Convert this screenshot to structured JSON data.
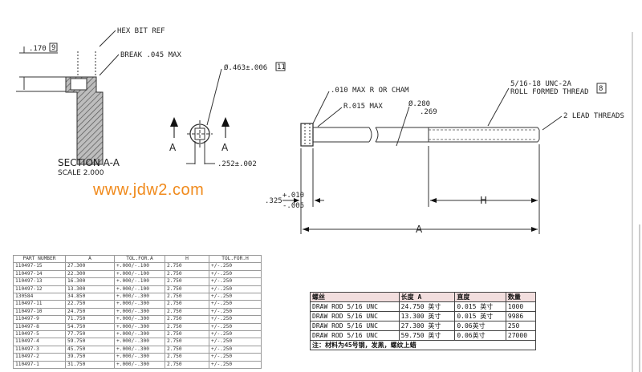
{
  "watermark": "www.jdw2.com",
  "section": {
    "title": "SECTION  A-A",
    "scale": "SCALE  2.000",
    "hex_bit_ref": "HEX BIT REF",
    "break_note": "BREAK .045 MAX",
    "dim_170": ".170",
    "note_9": "9"
  },
  "end_view": {
    "dia": "Ø.463±.006",
    "note_11": "11",
    "width": ".252±.002",
    "arrow_label_left": "A",
    "arrow_label_right": "A"
  },
  "rod_view": {
    "chamfer": ".010 MAX R OR CHAM",
    "radius": "R.015 MAX",
    "dia_top": "Ø.280",
    "dia_bottom": ".269",
    "thread_line1": "5/16-18 UNC-2A",
    "thread_line2": "ROLL FORMED THREAD",
    "note_8": "8",
    "lead_threads": "2 LEAD THREADS",
    "head_dim_base": ".325",
    "head_dim_plus": "+.010",
    "head_dim_minus": "-.005",
    "dim_H": "H",
    "dim_A": "A"
  },
  "part_table": {
    "headers": [
      "PART NUMBER",
      "A",
      "TOL.FOR.A",
      "H",
      "TOL.FOR.H"
    ],
    "rows": [
      [
        "110497-15",
        "27.300",
        "+.000/-.100",
        "2.750",
        "+/-.250"
      ],
      [
        "110497-14",
        "22.300",
        "+.000/-.100",
        "2.750",
        "+/-.250"
      ],
      [
        "110497-13",
        "16.300",
        "+.000/-.100",
        "2.750",
        "+/-.250"
      ],
      [
        "110497-12",
        "13.300",
        "+.000/-.100",
        "2.750",
        "+/-.250"
      ],
      [
        "130584",
        "34.850",
        "+.000/-.300",
        "2.750",
        "+/-.250"
      ],
      [
        "110497-11",
        "22.750",
        "+.000/-.300",
        "2.750",
        "+/-.250"
      ],
      [
        "110497-10",
        "24.750",
        "+.000/-.300",
        "2.750",
        "+/-.250"
      ],
      [
        "110497-9",
        "71.750",
        "+.000/-.300",
        "2.750",
        "+/-.250"
      ],
      [
        "110497-8",
        "54.750",
        "+.000/-.300",
        "2.750",
        "+/-.250"
      ],
      [
        "110497-5",
        "77.750",
        "+.000/-.300",
        "2.750",
        "+/-.250"
      ],
      [
        "110497-4",
        "59.750",
        "+.000/-.300",
        "2.750",
        "+/-.250"
      ],
      [
        "110497-3",
        "45.750",
        "+.000/-.300",
        "2.750",
        "+/-.250"
      ],
      [
        "110497-2",
        "39.750",
        "+.000/-.300",
        "2.750",
        "+/-.250"
      ],
      [
        "110497-1",
        "31.750",
        "+.000/-.300",
        "2.750",
        "+/-.250"
      ]
    ]
  },
  "rod_table": {
    "headers": [
      "螺丝",
      "长度 A",
      "直度",
      "数量"
    ],
    "rows": [
      [
        "DRAW ROD 5/16 UNC",
        "24.750 英寸",
        "0.015 英寸",
        "1000"
      ],
      [
        "DRAW ROD 5/16 UNC",
        "13.300 英寸",
        "0.015 英寸",
        "9986"
      ],
      [
        "DRAW ROD 5/16 UNC",
        "27.300 英寸",
        "0.06英寸",
        "250"
      ],
      [
        "DRAW ROD 5/16 UNC",
        "59.750 英寸",
        "0.06英寸",
        "27000"
      ]
    ],
    "note": "注：材料为45号钢，发黑，螺纹上蜡"
  }
}
